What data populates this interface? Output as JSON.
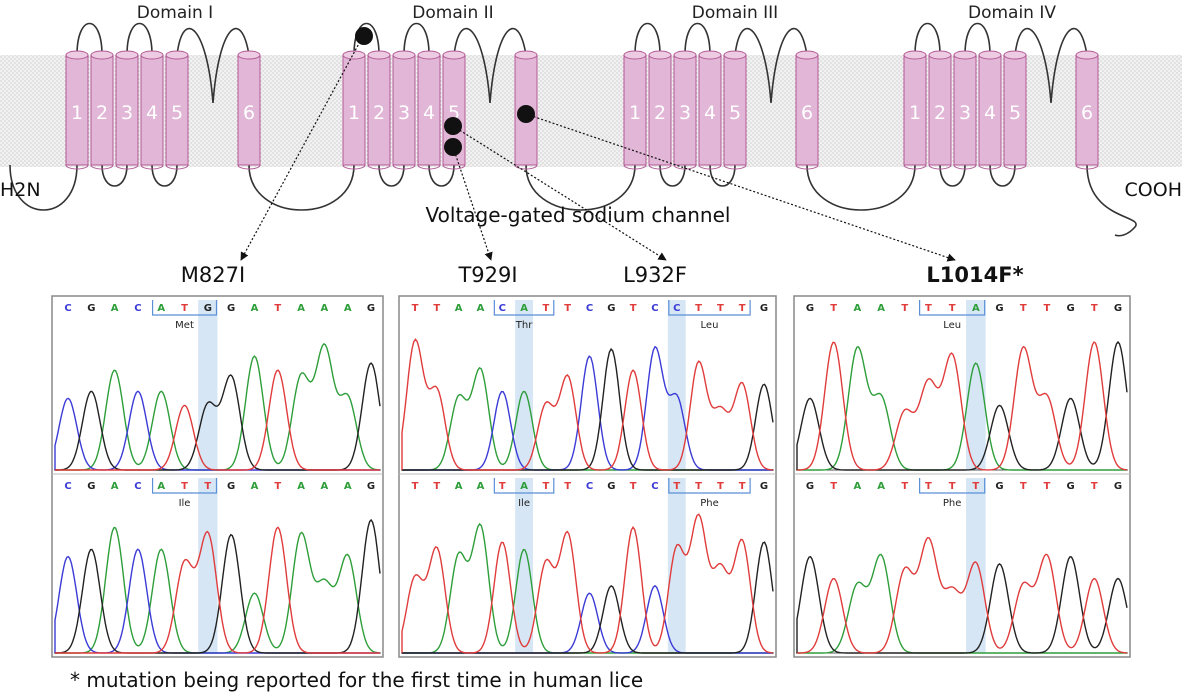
{
  "domains": [
    {
      "label": "Domain I"
    },
    {
      "label": "Domain II"
    },
    {
      "label": "Domain III"
    },
    {
      "label": "Domain IV"
    }
  ],
  "segments": [
    "1",
    "2",
    "3",
    "4",
    "5",
    "6"
  ],
  "terminals": {
    "n": "H2N",
    "c": "COOH"
  },
  "channel_label": "Voltage-gated sodium channel",
  "mutations": [
    {
      "name": "M827I",
      "bold": false
    },
    {
      "name": "T929I",
      "bold": false
    },
    {
      "name": "L932F",
      "bold": false
    },
    {
      "name": "L1014F*",
      "bold": true
    }
  ],
  "panels": [
    {
      "top": {
        "seq": [
          "C",
          "G",
          "A",
          "C",
          "A",
          "T",
          "G",
          "G",
          "A",
          "T",
          "A",
          "A",
          "A",
          "G"
        ],
        "codon": "Met"
      },
      "bottom": {
        "seq": [
          "C",
          "G",
          "A",
          "C",
          "A",
          "T",
          "T",
          "G",
          "A",
          "T",
          "A",
          "A",
          "A",
          "G"
        ],
        "codon": "Ile"
      }
    },
    {
      "top": {
        "seq": [
          "T",
          "T",
          "A",
          "A",
          "C",
          "A",
          "T",
          "T",
          "C",
          "G",
          "T",
          "C",
          "C",
          "T",
          "T",
          "T",
          "G"
        ],
        "codon1": "Thr",
        "codon2": "Leu"
      },
      "bottom": {
        "seq": [
          "T",
          "T",
          "A",
          "A",
          "T",
          "A",
          "T",
          "T",
          "C",
          "G",
          "T",
          "C",
          "T",
          "T",
          "T",
          "T",
          "G"
        ],
        "codon1": "Ile",
        "codon2": "Phe"
      }
    },
    {
      "top": {
        "seq": [
          "G",
          "T",
          "A",
          "A",
          "T",
          "T",
          "T",
          "A",
          "G",
          "T",
          "T",
          "G",
          "T",
          "G"
        ],
        "codon": "Leu"
      },
      "bottom": {
        "seq": [
          "G",
          "T",
          "A",
          "A",
          "T",
          "T",
          "T",
          "T",
          "G",
          "T",
          "T",
          "G",
          "T",
          "G"
        ],
        "codon": "Phe"
      }
    }
  ],
  "base_colors": {
    "A": "#2e9e3a",
    "C": "#3b3bd6",
    "G": "#222222",
    "T": "#e03c3c"
  },
  "helix_color": "#e2b6d6",
  "highlight_color": "#d6e6f5",
  "footnote": "* mutation being reported for the first time in human lice"
}
